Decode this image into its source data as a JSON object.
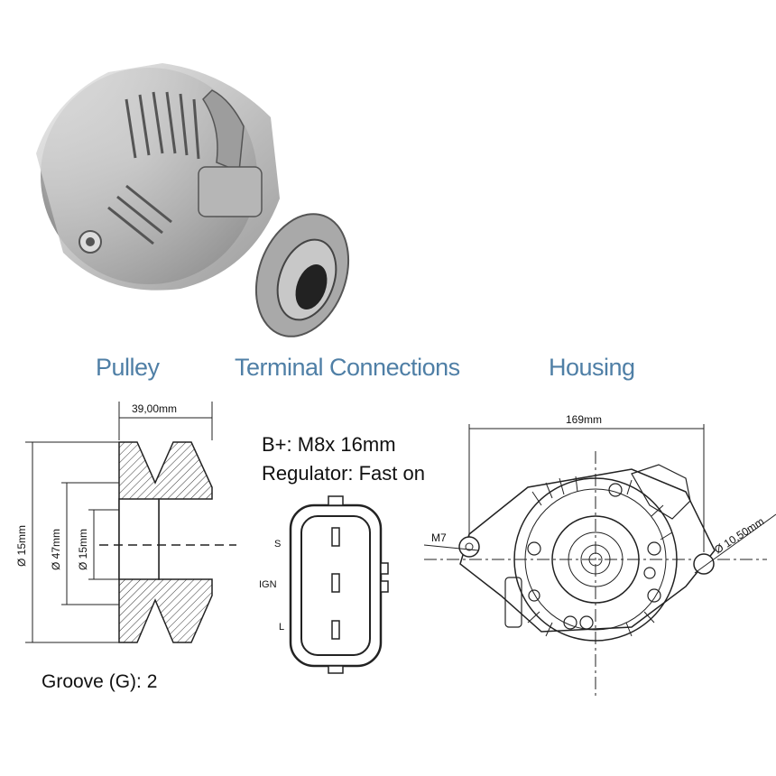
{
  "product_photo": {
    "name": "alternator-photo"
  },
  "sections": {
    "pulley": "Pulley",
    "terminal": "Terminal Connections",
    "housing": "Housing"
  },
  "pulley": {
    "width": "39,00mm",
    "outer_diameter": "Ø 15mm",
    "groove_diameter": "Ø 47mm",
    "bore_diameter": "Ø 15mm",
    "groove_count_label": "Groove (G): 2"
  },
  "terminal": {
    "bplus": "B+: M8x 16mm",
    "regulator": "Regulator: Fast on",
    "pins": [
      "S",
      "IGN",
      "L"
    ]
  },
  "housing": {
    "width": "169mm",
    "thread": "M7",
    "hole_diameter": "Ø 10,50mm"
  }
}
